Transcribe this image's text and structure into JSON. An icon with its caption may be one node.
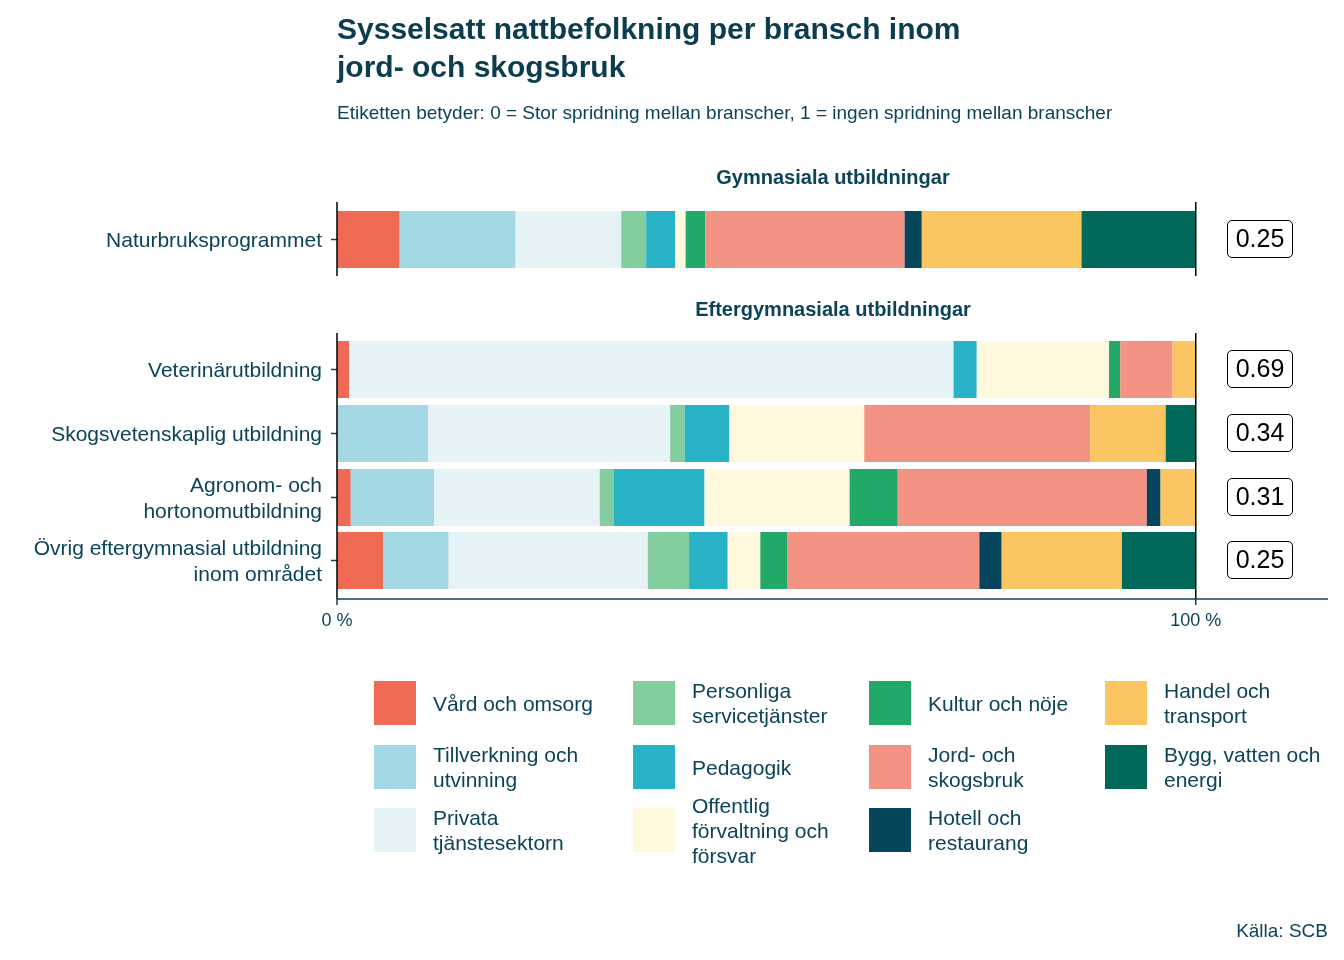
{
  "diagram": {
    "title": "Sysselsatt nattbefolkning per bransch inom jord- och skogsbruk",
    "caption": "Källa: SCB",
    "nodes": [
      {
        "text": [
          "0.25"
        ]
      },
      {
        "text": [
          "0.69"
        ]
      },
      {
        "text": [
          "0.34"
        ]
      },
      {
        "text": [
          "0.31"
        ]
      },
      {
        "text": [
          "0.25"
        ]
      }
    ],
    "labels": [
      "Etiketten betyder: 0 = Stor spridning mellan branscher, 1 = ingen spridning mellan branscher",
      "Gymnasiala utbildningar",
      "Eftergymnasiala utbildningar"
    ],
    "chart_data": {
      "type": "bar",
      "orientation": "horizontal",
      "stacked": true,
      "categories": [
        "Naturbruksprogrammet",
        "Veterinärutbildning",
        "Skogsvetenskaplig utbildning",
        "Agronom- och hortonomutbildning",
        "Övrig eftergymnasial utbildning inom området"
      ],
      "xlim": [
        0,
        115.4
      ],
      "legend": "bottom",
      "grid": "x",
      "xticks": [
        {
          "value": 0,
          "label": "0 %"
        },
        {
          "value": 100,
          "label": "100 %"
        }
      ],
      "series": [
        {
          "name": "Vård och omsorg",
          "color": "#ee6a55",
          "values": [
            7.3,
            1.4,
            0,
            1.6,
            5.4
          ]
        },
        {
          "name": "Tillverkning och utvinning",
          "color": "#a5d8e5",
          "values": [
            13.5,
            0,
            10.6,
            9.7,
            7.6
          ]
        },
        {
          "name": "Privata tjänstesektorn",
          "color": "#e5f2f6",
          "values": [
            12.3,
            70.4,
            28.2,
            19.3,
            23.2
          ]
        },
        {
          "name": "Personliga servicetjänster",
          "color": "#84cd9e",
          "values": [
            2.9,
            0,
            1.7,
            1.6,
            4.8
          ]
        },
        {
          "name": "Pedagogik",
          "color": "#27b2c5",
          "values": [
            3.4,
            2.7,
            5.2,
            10.6,
            4.5
          ]
        },
        {
          "name": "Offentlig förvaltning och försvar",
          "color": "#fff8dc",
          "values": [
            1.2,
            15.4,
            15.7,
            16.9,
            3.8
          ]
        },
        {
          "name": "Kultur och nöje",
          "color": "#22a96a",
          "values": [
            2.3,
            1.3,
            0,
            5.6,
            3.1
          ]
        },
        {
          "name": "Jord- och skogsbruk",
          "color": "#f29384",
          "values": [
            23.2,
            6.1,
            26.3,
            29.0,
            22.4
          ]
        },
        {
          "name": "Hotell och restaurang",
          "color": "#06455c",
          "values": [
            2.0,
            0,
            0,
            1.6,
            2.6
          ]
        },
        {
          "name": "Handel och transport",
          "color": "#fbc662",
          "values": [
            18.6,
            2.7,
            8.8,
            4.1,
            14.0
          ]
        },
        {
          "name": "Bygg, vatten och energi",
          "color": "#00695a",
          "values": [
            13.3,
            0,
            3.5,
            0,
            8.6
          ]
        }
      ]
    }
  }
}
